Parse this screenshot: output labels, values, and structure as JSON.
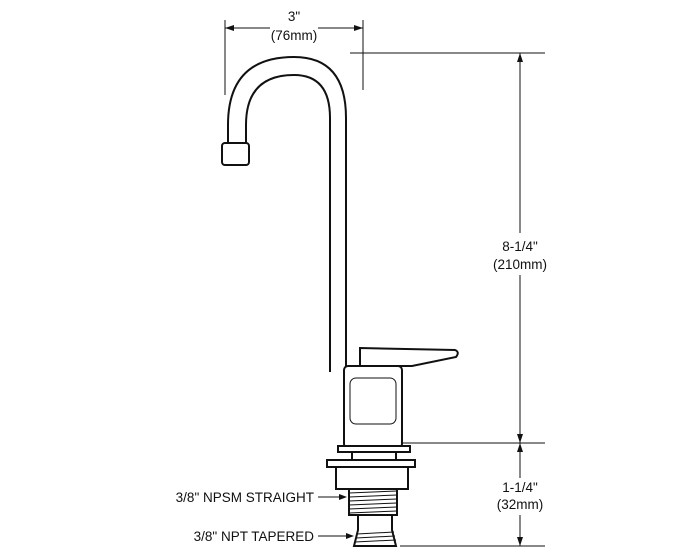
{
  "dimensions": {
    "spout_reach": {
      "imperial": "3\"",
      "metric": "(76mm)"
    },
    "overall_height": {
      "imperial": "8-1/4\"",
      "metric": "(210mm)"
    },
    "shank_length": {
      "imperial": "1-1/4\"",
      "metric": "(32mm)"
    }
  },
  "callouts": {
    "upper_thread": "3/8\" NPSM STRAIGHT",
    "lower_thread": "3/8\" NPT TAPERED"
  },
  "colors": {
    "line": "#111111",
    "background": "#ffffff"
  }
}
